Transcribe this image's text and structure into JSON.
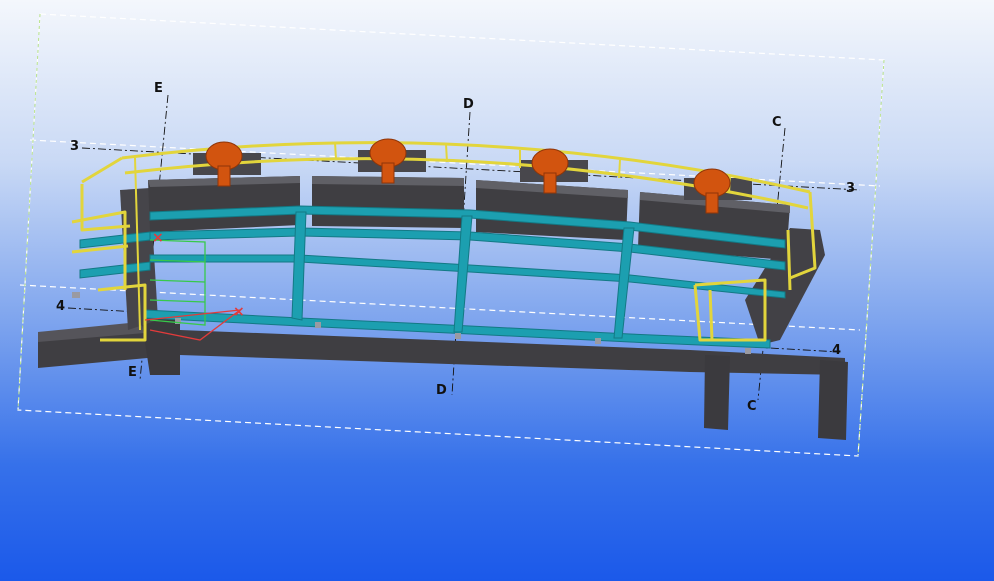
{
  "viewport": {
    "background_top": "#f4f7fc",
    "background_bottom": "#1b59ea"
  },
  "grid_labels": {
    "e_top": "E",
    "e_bottom": "E",
    "d_top": "D",
    "d_bottom": "D",
    "c_top": "C",
    "c_bottom": "C",
    "row3_left": "3",
    "row3_right": "3",
    "row4_left": "4",
    "row4_right": "4"
  },
  "colors": {
    "concrete": "#3f3e42",
    "concrete_top": "#55545a",
    "steel_beam": "#1c9fb0",
    "handrail": "#e2d53c",
    "valve": "#d2540f",
    "bounding_box": "#ffffff",
    "gizmo_red": "#e23b3b",
    "gizmo_green": "#37c94a"
  }
}
